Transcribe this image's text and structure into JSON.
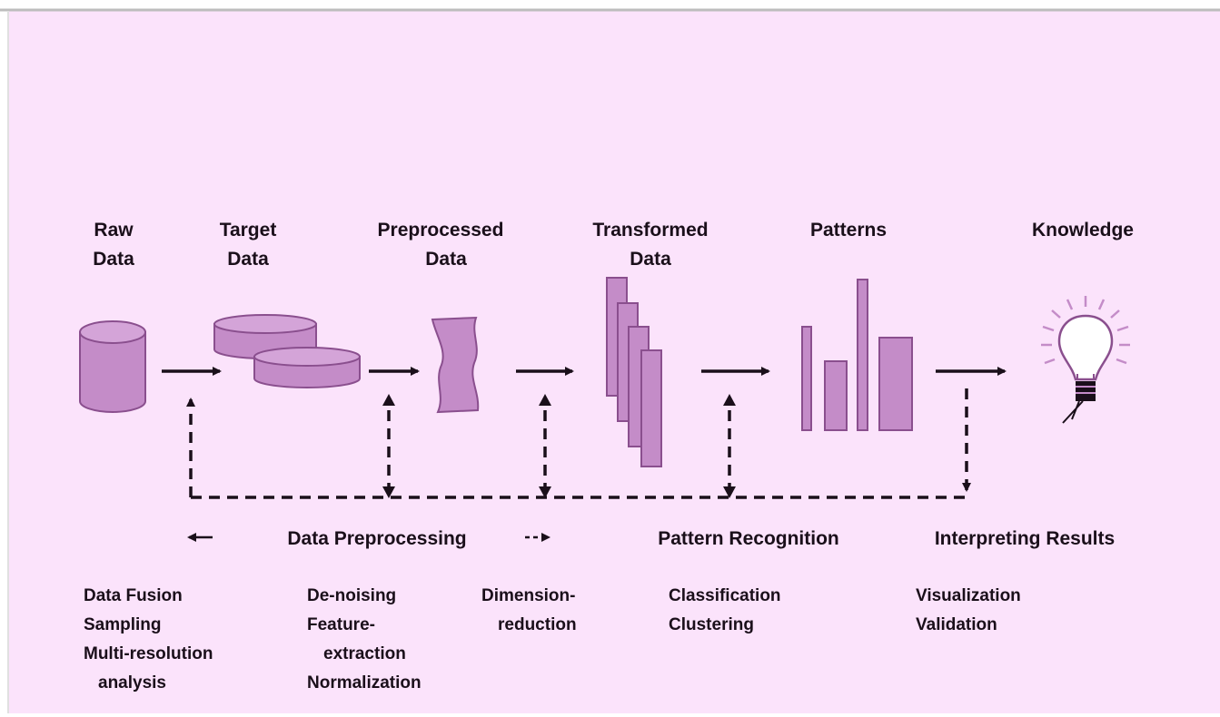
{
  "colors": {
    "background": "#fbe3fb",
    "shape_fill": "#c48cc8",
    "shape_stroke": "#8a4f8e",
    "ink": "#1a0f1a"
  },
  "stages": [
    {
      "id": "raw",
      "lines": [
        "Raw",
        "Data"
      ],
      "icon": "database-cylinder-icon"
    },
    {
      "id": "target",
      "lines": [
        "Target",
        "Data"
      ],
      "icon": "stacked-disks-icon"
    },
    {
      "id": "preprocessed",
      "lines": [
        "Preprocessed",
        "Data"
      ],
      "icon": "wavy-sheet-icon"
    },
    {
      "id": "transformed",
      "lines": [
        "Transformed",
        "Data"
      ],
      "icon": "stacked-sheets-icon"
    },
    {
      "id": "patterns",
      "lines": [
        "Patterns"
      ],
      "icon": "bar-patterns-icon"
    },
    {
      "id": "knowledge",
      "lines": [
        "Knowledge"
      ],
      "icon": "light-bulb-icon"
    }
  ],
  "phases": {
    "preprocessing": "Data Preprocessing",
    "recognition": "Pattern Recognition",
    "interpreting": "Interpreting Results"
  },
  "methods": {
    "col1": [
      "Data Fusion",
      "Sampling",
      "Multi-resolution",
      "analysis"
    ],
    "col2": [
      "De-noising",
      "Feature-",
      "extraction",
      "Normalization"
    ],
    "col3": [
      "Dimension-",
      "reduction"
    ],
    "col4": [
      "Classification",
      "Clustering"
    ],
    "col5": [
      "Visualization",
      "Validation"
    ]
  }
}
